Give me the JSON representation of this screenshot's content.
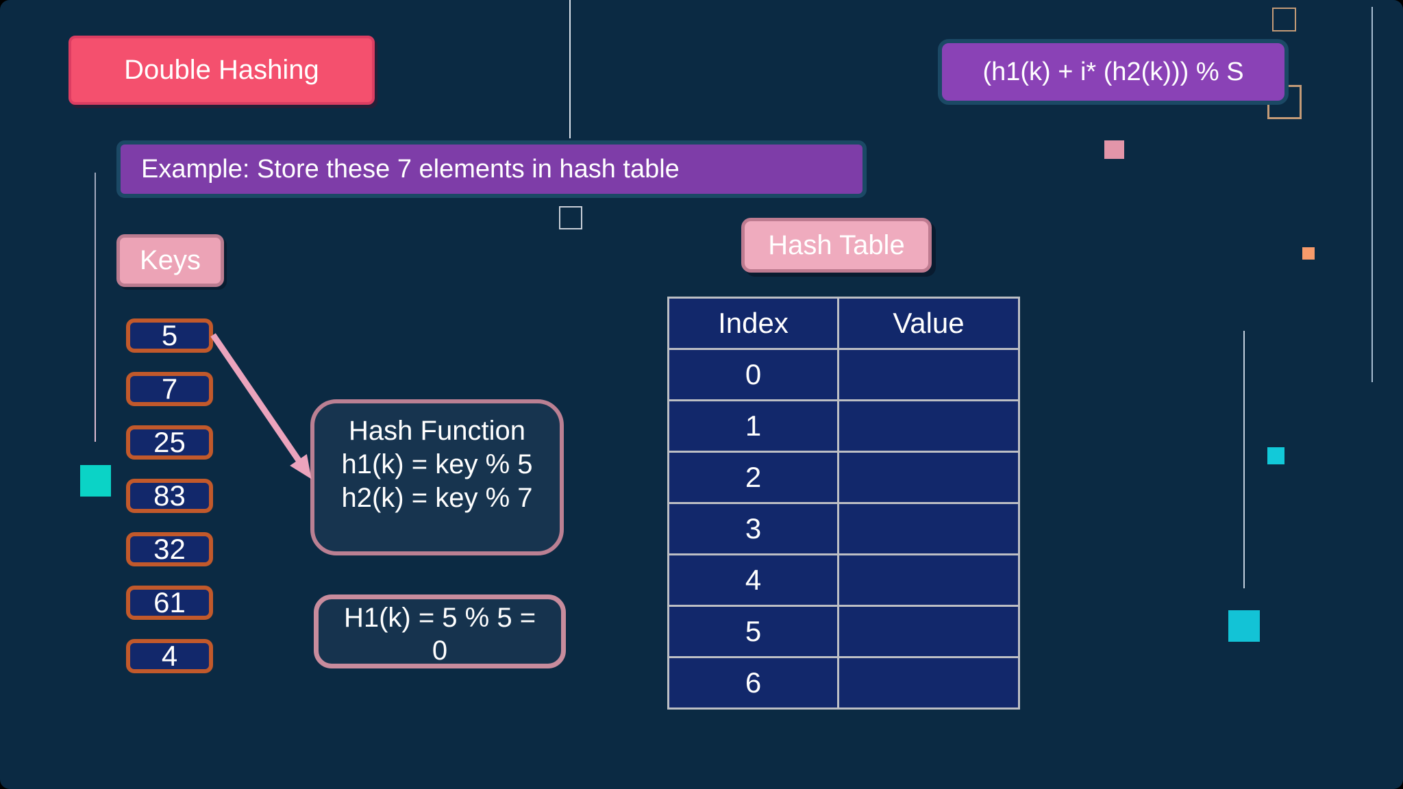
{
  "title": {
    "label": "Double Hashing"
  },
  "formula": {
    "label": "(h1(k) + i* (h2(k))) % S"
  },
  "example": {
    "label": "Example: Store these 7 elements in hash table"
  },
  "keys": {
    "label": "Keys",
    "items": [
      "5",
      "7",
      "25",
      "83",
      "32",
      "61",
      "4"
    ]
  },
  "hash_table": {
    "label": "Hash Table",
    "columns": [
      "Index",
      "Value"
    ],
    "rows": [
      {
        "index": "0",
        "value": ""
      },
      {
        "index": "1",
        "value": ""
      },
      {
        "index": "2",
        "value": ""
      },
      {
        "index": "3",
        "value": ""
      },
      {
        "index": "4",
        "value": ""
      },
      {
        "index": "5",
        "value": ""
      },
      {
        "index": "6",
        "value": ""
      }
    ]
  },
  "hash_function": {
    "lines": [
      "Hash Function",
      "h1(k) = key % 5",
      "h2(k) = key % 7"
    ]
  },
  "calculation": {
    "lines": [
      "H1(k) = 5 % 5 =",
      "0"
    ]
  },
  "colors": {
    "background": "#0B2A43",
    "navy_cell": "#12286B",
    "orange_key_border": "#C2592B",
    "title_pink": "#F4506E",
    "purple": "#7E3DA8",
    "formula_purple": "#8A42B6",
    "pink_label": "#ECA3B6",
    "mauve_border": "#BB8093",
    "arrow_pink": "#ECA4BD",
    "teal_accent": "#0BD3C6",
    "table_border": "#BDBFC4"
  }
}
